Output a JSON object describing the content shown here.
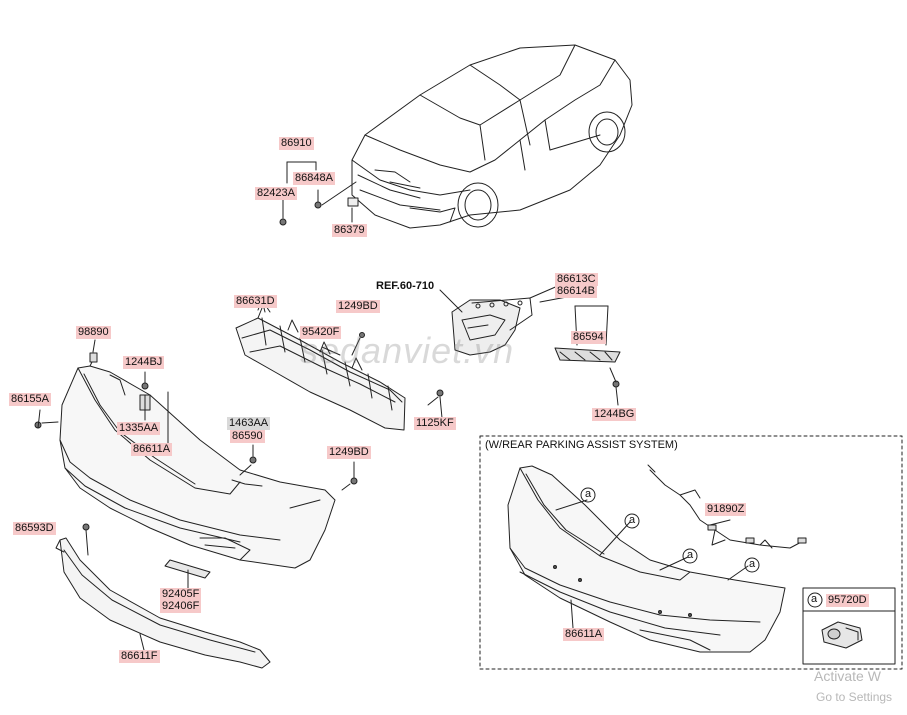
{
  "labels": {
    "p86910": "86910",
    "p86848A": "86848A",
    "p82423A": "82423A",
    "p86379": "86379",
    "ref": "REF.60-710",
    "p86613C": "86613C",
    "p86614B": "86614B",
    "p86594": "86594",
    "p1244BG": "1244BG",
    "p86631D": "86631D",
    "p1249BD_top": "1249BD",
    "p95420F": "95420F",
    "p1125KF": "1125KF",
    "p98890": "98890",
    "p1244BJ": "1244BJ",
    "p86155A": "86155A",
    "p1335AA": "1335AA",
    "p1463AA": "1463AA",
    "p86590": "86590",
    "p86611A": "86611A",
    "p1249BD_mid": "1249BD",
    "p86593D": "86593D",
    "p92405F": "92405F",
    "p92406F": "92406F",
    "p86611F": "86611F",
    "box_title": "(W/REAR PARKING ASSIST SYSTEM)",
    "p91890Z": "91890Z",
    "p86611A_box": "86611A",
    "legend_a": "a",
    "p95720D": "95720D",
    "circle_a": "a"
  },
  "watermark": "sedanviet.vn",
  "os_overlay": {
    "line1": "Activate W",
    "line2": "Go to Settings"
  },
  "colors": {
    "label_bg": "#f6c9c9",
    "label_gray_bg": "#d9d9d9",
    "line": "#222222"
  }
}
